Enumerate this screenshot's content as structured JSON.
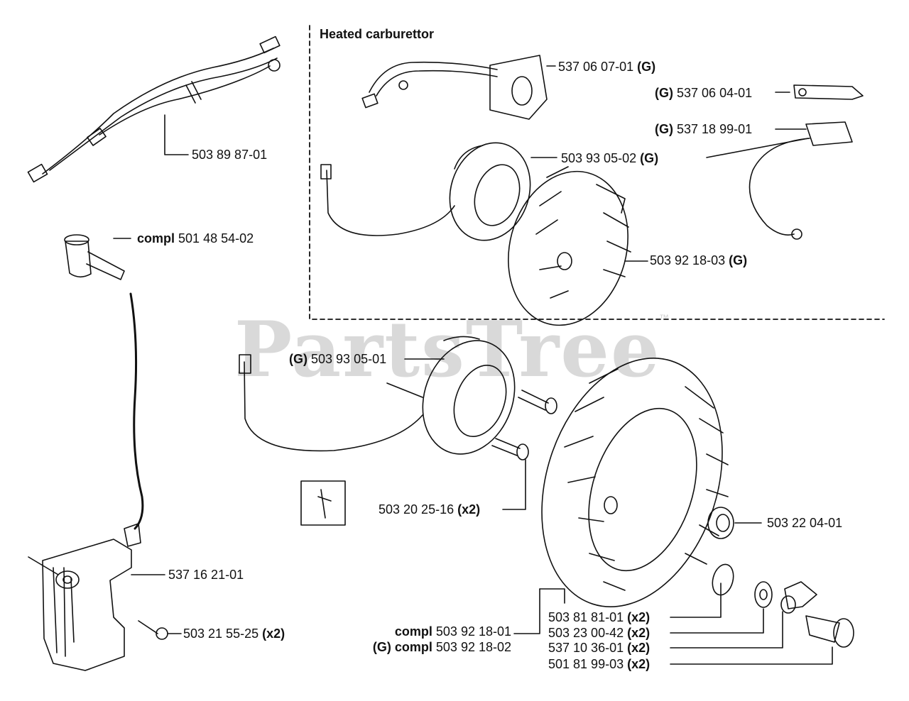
{
  "watermark": {
    "text": "PartsTree",
    "tm": "™"
  },
  "section": {
    "title": "Heated carburettor"
  },
  "callouts": {
    "wiring_harness": {
      "part": "503 89 87-01"
    },
    "spark_plug_cap": {
      "prefix": "compl",
      "part": "501 48 54-02"
    },
    "heater_plate": {
      "part": "537 06 07-01",
      "suffix": "(G)"
    },
    "heater_clip": {
      "prefix": "(G)",
      "part": "537 06 04-01"
    },
    "heater_switch": {
      "prefix": "(G)",
      "part": "537 18 99-01"
    },
    "generator_coil_g": {
      "part": "503 93 05-02",
      "suffix": "(G)"
    },
    "flywheel_g": {
      "part": "503 92 18-03",
      "suffix": "(G)"
    },
    "generator_coil_main": {
      "prefix": "(G)",
      "part": "503 93 05-01"
    },
    "coil_screw": {
      "part": "503 20 25-16",
      "suffix": "(x2)"
    },
    "flywheel_nut": {
      "part": "503 22 04-01"
    },
    "ignition_module": {
      "part": "537 16 21-01"
    },
    "module_screw": {
      "part": "503 21 55-25",
      "suffix": "(x2)"
    },
    "flywheel_compl": {
      "prefix": "compl",
      "part": "503 92 18-01"
    },
    "flywheel_compl_g": {
      "prefix": "(G) compl",
      "part": "503 92 18-02"
    },
    "starter_pawl_spring": {
      "part": "503 81 81-01",
      "suffix": "(x2)"
    },
    "washer": {
      "part": "503 23 00-42",
      "suffix": "(x2)"
    },
    "pawl": {
      "part": "537 10 36-01",
      "suffix": "(x2)"
    },
    "pawl_bolt": {
      "part": "501 81 99-03",
      "suffix": "(x2)"
    }
  }
}
